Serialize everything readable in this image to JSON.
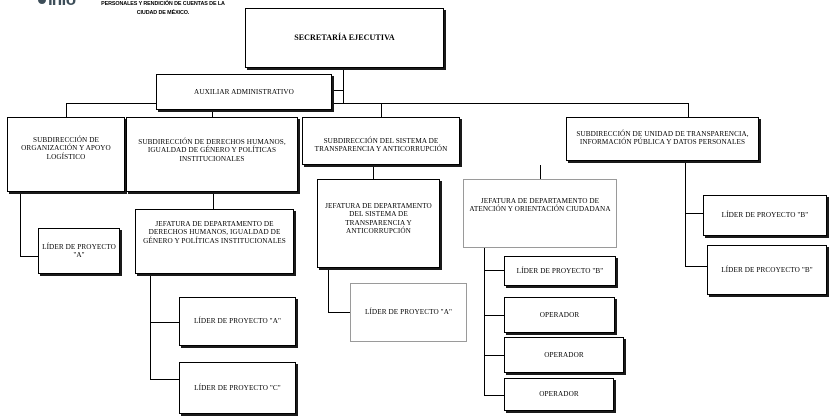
{
  "header": {
    "logo_text": "info",
    "institution_line1": "PERSONALES Y RENDICIÓN DE CUENTAS DE LA",
    "institution_line2": "CIUDAD DE MÉXICO."
  },
  "org_chart": {
    "root": "SECRETARÍA EJECUTIVA",
    "staff": "AUXILIAR ADMINISTRATIVO",
    "subdirecciones": [
      {
        "title": "SUBDIRECCIÓN DE ORGANIZACIÓN Y APOYO LOGÍSTICO",
        "children": [
          "LÍDER DE PROYECTO \"A\""
        ]
      },
      {
        "title": "SUBDIRECCIÓN DE DERECHOS HUMANOS, IGUALDAD DE GÉNERO Y POLÍTICAS INSTITUCIONALES",
        "jefatura": "JEFATURA DE DEPARTAMENTO DE DERECHOS HUMANOS, IGUALDAD DE GÉNERO Y POLÍTICAS INSTITUCIONALES",
        "children": [
          "LÍDER DE PROYECTO \"A\"",
          "LÍDER DE PROYECTO \"C\""
        ]
      },
      {
        "title": "SUBDIRECCIÓN DEL SISTEMA DE TRANSPARENCIA Y ANTICORRUPCIÓN",
        "jefatura": "JEFATURA DE DEPARTAMENTO DEL SISTEMA DE TRANSPARENCIA Y ANTICORRUPCIÓN",
        "children": [
          "LÍDER DE PROYECTO \"A\""
        ]
      },
      {
        "title": "SUBDIRECCIÓN DE UNIDAD DE TRANSPARENCIA, INFORMACIÓN PÚBLICA Y DATOS PERSONALES",
        "jefatura": "JEFATURA DE DEPARTAMENTO DE ATENCIÓN Y ORIENTACIÓN CIUDADANA",
        "jefatura_children": [
          "LÍDER DE PROYECTO \"B\"",
          "OPERADOR",
          "OPERADOR",
          "OPERADOR"
        ],
        "children": [
          "LÍDER DE PROYECTO \"B\"",
          "LÍDER DE PRCOYECTO \"B\""
        ]
      }
    ]
  }
}
